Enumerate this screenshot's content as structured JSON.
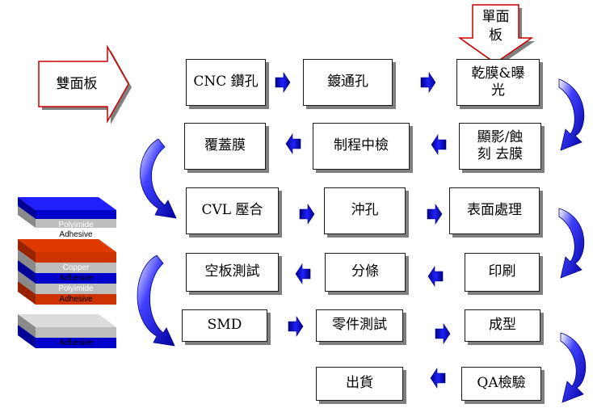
{
  "single_side_label": "單面\n板",
  "double_side_label": "雙面板",
  "steps": {
    "cnc": "CNC 鑽孔",
    "plating": "鍍通孔",
    "dryfilm": "乾膜&曝\n光",
    "develop": "顯影/蝕\n刻 去膜",
    "inspect": "制程中檢",
    "coverlay": "覆蓋膜",
    "cvl": "CVL 壓合",
    "punch": "沖孔",
    "surface": "表面處理",
    "print": "印刷",
    "slit": "分條",
    "boardtest": "空板測試",
    "smd": "SMD",
    "parttest": "零件測試",
    "forming": "成型",
    "qa": "QA檢驗",
    "ship": "出貨"
  },
  "layers": {
    "polyimide": "Polyimide",
    "adhesive": "Adhesive",
    "copper": "Copper"
  },
  "colors": {
    "arrow_blue": "#0000ff",
    "polyimide_blue": "#0000cc",
    "copper_red": "#cc3300",
    "adhesive_gray": "#b0b0b0",
    "big_arrow_border": "#cc0000"
  }
}
